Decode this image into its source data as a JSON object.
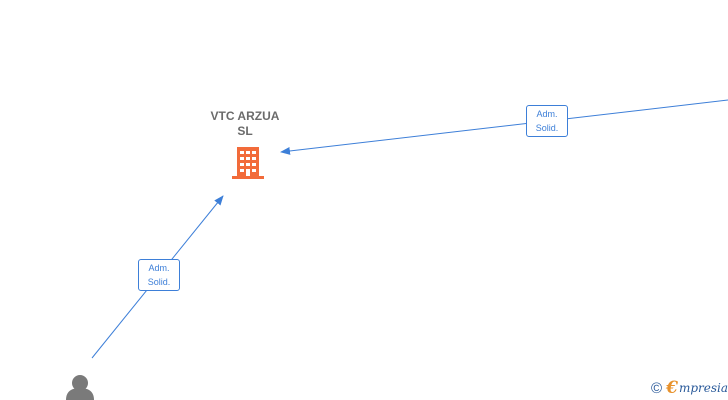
{
  "company": {
    "name_line1": "VTC ARZUA",
    "name_line2": "SL",
    "icon": "building-icon",
    "color": "#f26b3a"
  },
  "edges": [
    {
      "label_line1": "Adm.",
      "label_line2": "Solid."
    },
    {
      "label_line1": "Adm.",
      "label_line2": "Solid."
    }
  ],
  "person": {
    "icon": "person-icon",
    "color": "#7a7a7a"
  },
  "footer": {
    "copyright_symbol": "©",
    "brand_initial": "€",
    "brand_rest": "mpresia",
    "brand_colors": {
      "initial": "#e8922c",
      "text": "#2a5a9a"
    }
  },
  "colors": {
    "edge": "#3d7fd8"
  }
}
